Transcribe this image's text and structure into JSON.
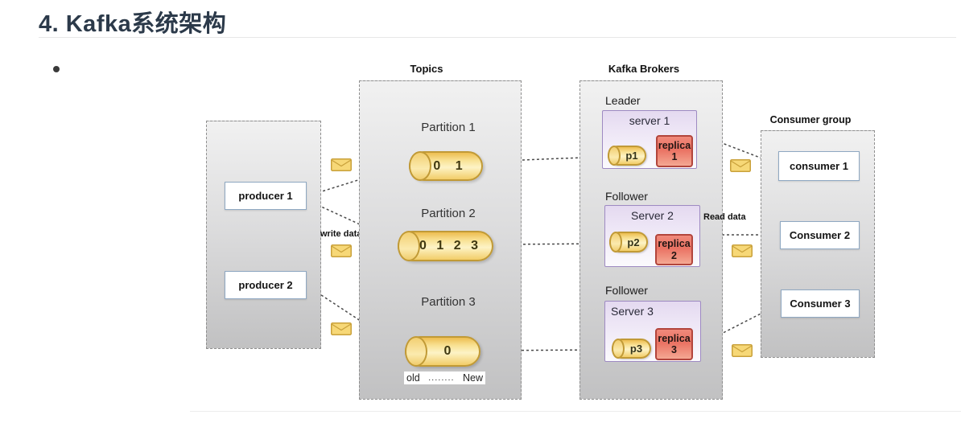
{
  "page": {
    "heading": "4. Kafka系统架构"
  },
  "diagram": {
    "producers": {
      "items": [
        {
          "label": "producer 1"
        },
        {
          "label": "producer 2"
        }
      ]
    },
    "labels": {
      "write_data": "write data",
      "read_data": "Read data"
    },
    "topics": {
      "title": "Topics",
      "partitions": [
        {
          "label": "Partition 1",
          "offsets": "0 1"
        },
        {
          "label": "Partition 2",
          "offsets": "0 1 2 3"
        },
        {
          "label": "Partition 3",
          "offsets": "0"
        }
      ],
      "timeline": {
        "old": "old",
        "dots": "........",
        "new": "New"
      }
    },
    "brokers": {
      "title": "Kafka Brokers",
      "servers": [
        {
          "role": "Leader",
          "name": "server 1",
          "partition": "p1",
          "replica_word": "replica",
          "replica_num": "1"
        },
        {
          "role": "Follower",
          "name": "Server 2",
          "partition": "p2",
          "replica_word": "replica",
          "replica_num": "2"
        },
        {
          "role": "Follower",
          "name": "Server 3",
          "partition": "p3",
          "replica_word": "replica",
          "replica_num": "3"
        }
      ]
    },
    "consumer_group": {
      "title": "Consumer group",
      "items": [
        {
          "label": "consumer 1"
        },
        {
          "label": "Consumer 2"
        },
        {
          "label": "Consumer 3"
        }
      ]
    },
    "icons": {
      "envelope": "message-envelope-icon"
    },
    "colors": {
      "heading_text": "#2c3a4a",
      "cylinder_fill": "#fdf2c4",
      "cylinder_border": "#c19a36",
      "replica_fill": "#ea7263",
      "replica_border": "#b2453c",
      "server_fill": "#e4d9f0",
      "server_border": "#9e8ac2",
      "node_border": "#8fa8c2",
      "envelope_fill": "#f7d877",
      "envelope_border": "#c9a13b",
      "group_box_border": "#8f8f8f"
    }
  }
}
